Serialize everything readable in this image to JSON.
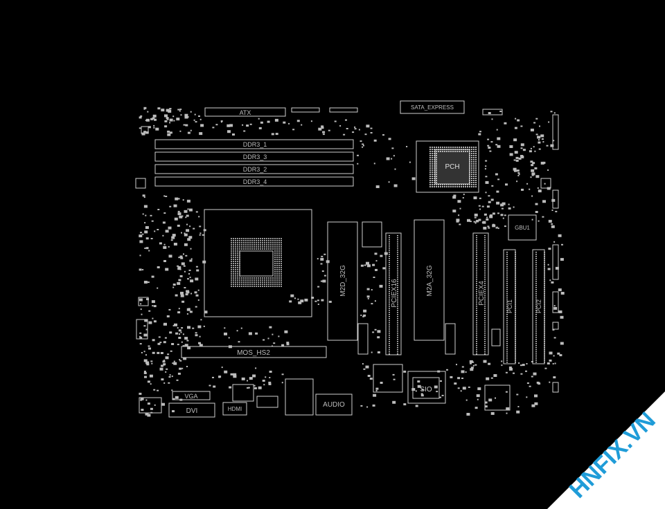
{
  "board": {
    "connectors": {
      "atx": "ATX",
      "sata_express": "SATA_EXPRESS",
      "vga": "VGA",
      "dvi": "DVI",
      "hdmi": "HDMI",
      "audio": "AUDIO"
    },
    "dimm_slots": [
      "DDR3_1",
      "DDR3_3",
      "DDR3_2",
      "DDR3_4"
    ],
    "chips": {
      "pch": "PCH",
      "sio": "SIO",
      "gbu": "GBU1",
      "mos": "MOS_HS2"
    },
    "slots": {
      "m2d": "M2D_32G",
      "pciex16": "PCIEX16",
      "m2a": "M2A_32G",
      "pciex4": "PCIEX4",
      "pci1": "PCI1",
      "pci2": "PCI2"
    }
  },
  "watermark": {
    "text": "HNFIX.VN",
    "color": "#1f9cd8"
  }
}
